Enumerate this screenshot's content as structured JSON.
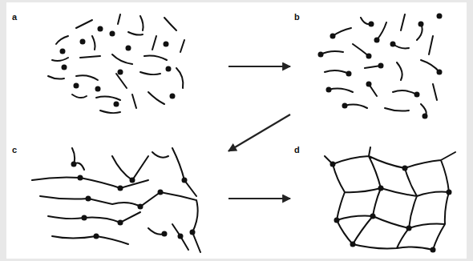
{
  "diagram": {
    "nodes": [
      {
        "text": [
          "a"
        ]
      },
      {
        "text": [
          "b"
        ]
      },
      {
        "text": [
          "c"
        ]
      },
      {
        "text": [
          "d"
        ]
      }
    ],
    "edges": [
      {
        "from": 0,
        "to": 1,
        "arrow": "to"
      },
      {
        "from": 1,
        "to": 2,
        "arrow": "to"
      },
      {
        "from": 2,
        "to": 3,
        "arrow": "to"
      }
    ]
  }
}
